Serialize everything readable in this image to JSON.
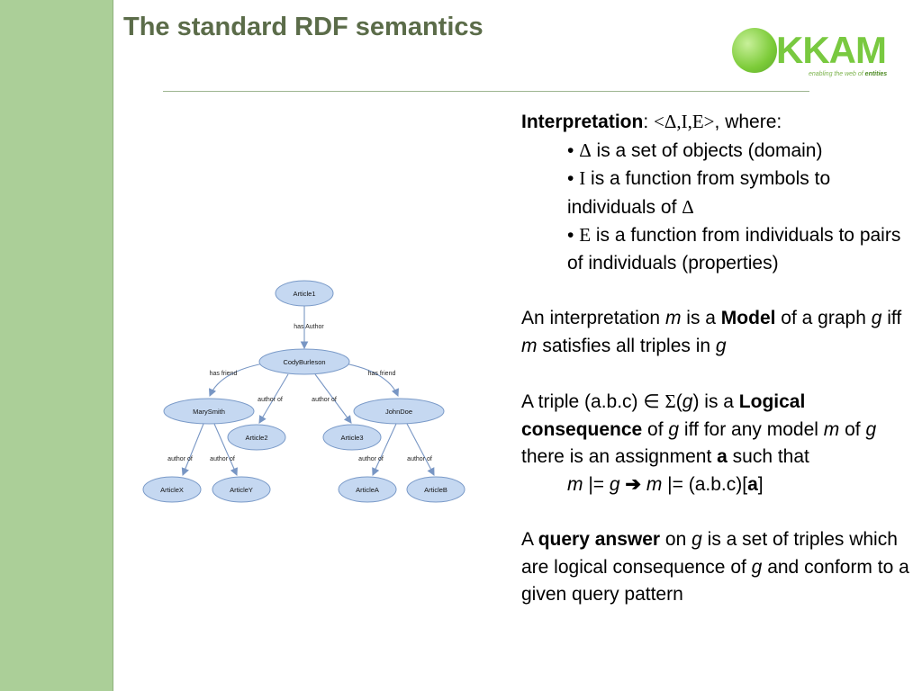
{
  "slide": {
    "title": "The standard RDF semantics"
  },
  "logo": {
    "text": "KKAM",
    "tagline_prefix": "enabling the web of ",
    "tagline_bold": "entities"
  },
  "diagram": {
    "nodes": {
      "article1": "Article1",
      "codyburleson": "CodyBurleson",
      "marysmith": "MarySmith",
      "johndoe": "JohnDoe",
      "article2": "Article2",
      "article3": "Article3",
      "articlex": "ArticleX",
      "articley": "ArticleY",
      "articlea": "ArticleA",
      "articleb": "ArticleB"
    },
    "edges": {
      "has_author": "has Author",
      "has_friend": "has friend",
      "author_of": "author of"
    }
  },
  "content": {
    "interp_label": "Interpretation",
    "interp_sep": ": ",
    "interp_tuple": "<Δ,I,E>",
    "interp_where": ", where:",
    "bullet": "• ",
    "delta": "Δ",
    "i_sym": "I",
    "e_sym": "E",
    "b1_text": " is a set of objects (domain)",
    "b2_text": " is a function from symbols to individuals of ",
    "b3_text": " is a function from individuals to pairs of individuals (properties)",
    "model_p1": "An interpretation ",
    "model_m": "m",
    "model_p2": " is a ",
    "model_bold": "Model",
    "model_p3": " of a graph ",
    "model_g": "g",
    "model_p4": " iff ",
    "model_m2": "m",
    "model_p5": " satisfies all triples in ",
    "model_g2": "g",
    "lc_p1": "A triple (a.b.c) ",
    "lc_in": "∈",
    "lc_sigma": "Σ",
    "lc_p2": "(",
    "lc_g": "g",
    "lc_p3": ") is a ",
    "lc_bold": "Logical consequence",
    "lc_p4": " of ",
    "lc_g2": "g",
    "lc_p5": " iff for any model ",
    "lc_m": "m",
    "lc_p6": " of ",
    "lc_g3": "g",
    "lc_p7": " there is an assignment ",
    "lc_a": "a",
    "lc_p8": " such that",
    "ent_m": "m",
    "ent_p1": " |= ",
    "ent_g": "g",
    "ent_arrow": " ➔ ",
    "ent_m2": "m",
    "ent_p2": " |= (a.b.c)[",
    "ent_a": "a",
    "ent_p3": "]",
    "qa_p1": "A ",
    "qa_bold": "query answer",
    "qa_p2": " on ",
    "qa_g": "g",
    "qa_p3": " is a set of triples which are logical consequence of  ",
    "qa_g2": "g",
    "qa_p4": " and conform to a given query pattern"
  },
  "colors": {
    "band": "#abcf98",
    "title": "#5b6c49",
    "node_fill": "#c5d8f1",
    "node_stroke": "#7a9ac8",
    "edge": "#7896c4"
  }
}
